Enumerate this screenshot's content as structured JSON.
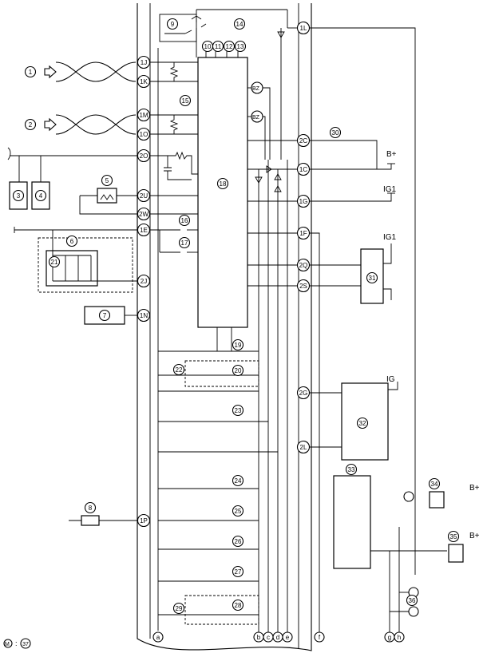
{
  "connector_pins": {
    "left": [
      {
        "id": "1J",
        "label": "1J"
      },
      {
        "id": "1K",
        "label": "1K"
      },
      {
        "id": "1M",
        "label": "1M"
      },
      {
        "id": "1O",
        "label": "1O"
      },
      {
        "id": "2O",
        "label": "2O"
      },
      {
        "id": "2U",
        "label": "2U"
      },
      {
        "id": "2W",
        "label": "2W"
      },
      {
        "id": "1E",
        "label": "1E"
      },
      {
        "id": "2J",
        "label": "2J"
      },
      {
        "id": "1N",
        "label": "1N"
      },
      {
        "id": "1P",
        "label": "1P"
      }
    ],
    "right": [
      {
        "id": "1L",
        "label": "1L"
      },
      {
        "id": "2C",
        "label": "2C"
      },
      {
        "id": "1C",
        "label": "1C"
      },
      {
        "id": "1G",
        "label": "1G"
      },
      {
        "id": "1F",
        "label": "1F"
      },
      {
        "id": "2Q",
        "label": "2Q"
      },
      {
        "id": "2S",
        "label": "2S"
      },
      {
        "id": "2G",
        "label": "2G"
      },
      {
        "id": "2L",
        "label": "2L"
      }
    ]
  },
  "bus_labels": [
    "a",
    "b",
    "c",
    "d",
    "e",
    "f",
    "g",
    "h"
  ],
  "power_labels": {
    "b_plus": "B+",
    "ig1": "IG1",
    "ig": "IG"
  },
  "bz_label": "BZ",
  "component_numbers": [
    "1",
    "2",
    "3",
    "4",
    "5",
    "6",
    "7",
    "8",
    "9",
    "10",
    "11",
    "12",
    "13",
    "14",
    "15",
    "16",
    "17",
    "18",
    "19",
    "20",
    "21",
    "22",
    "23",
    "24",
    "25",
    "26",
    "27",
    "28",
    "29",
    "30",
    "31",
    "32",
    "33",
    "34",
    "35",
    "36",
    "37"
  ],
  "legend": {
    "symbol": "M",
    "separator": ":",
    "ref": "37"
  }
}
